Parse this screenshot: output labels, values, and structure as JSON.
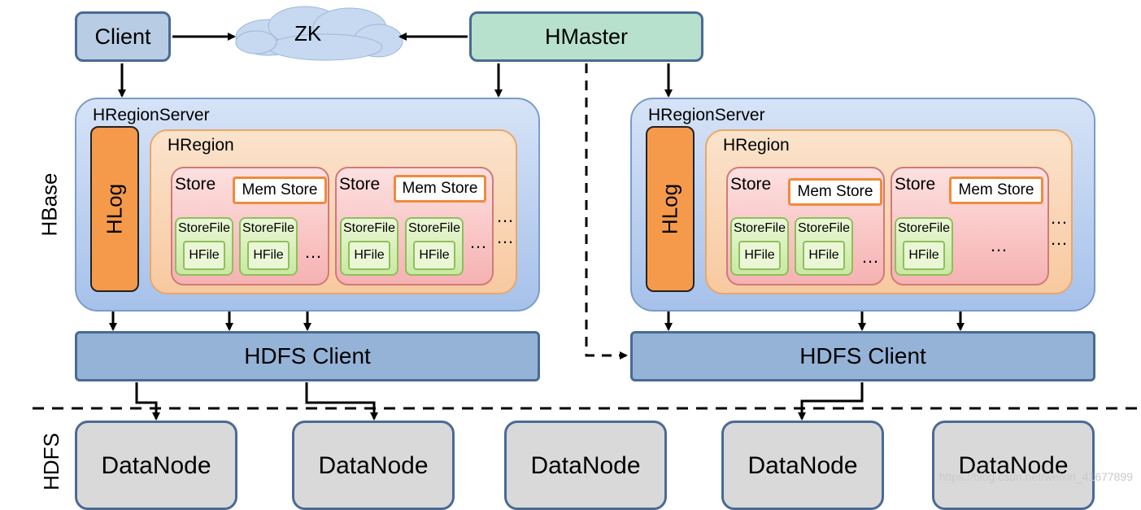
{
  "nodes": {
    "client": "Client",
    "zk": "ZK",
    "hmaster": "HMaster",
    "region_server": "HRegionServer",
    "hlog": "HLog",
    "hregion": "HRegion",
    "store": "Store",
    "mem_store": "Mem Store",
    "store_file": "StoreFile",
    "hfile": "HFile",
    "ellipsis": "…",
    "ellipsis_double": "… …",
    "hdfs_client": "HDFS Client",
    "data_node": "DataNode"
  },
  "side_labels": {
    "hbase": "HBase",
    "hdfs": "HDFS"
  },
  "watermark": "https://blog.csdn.net/weixin_41677899",
  "colors": {
    "client_fill": "#b8cce4",
    "hmaster_fill": "#b7e1cd",
    "zk_cloud": "#c6d9f1",
    "region_server_fill": "#c5d7f3",
    "hlog_fill": "#f59a4a",
    "region_fill": "#fad5b4",
    "store_fill": "#f9c7c7",
    "storefile_fill": "#d6eeb8",
    "mem_store_border": "#f08a3c",
    "hdfs_client_fill": "#95b3d7",
    "datanode_fill": "#d9d9d9",
    "border_dark": "#4a6a94"
  }
}
